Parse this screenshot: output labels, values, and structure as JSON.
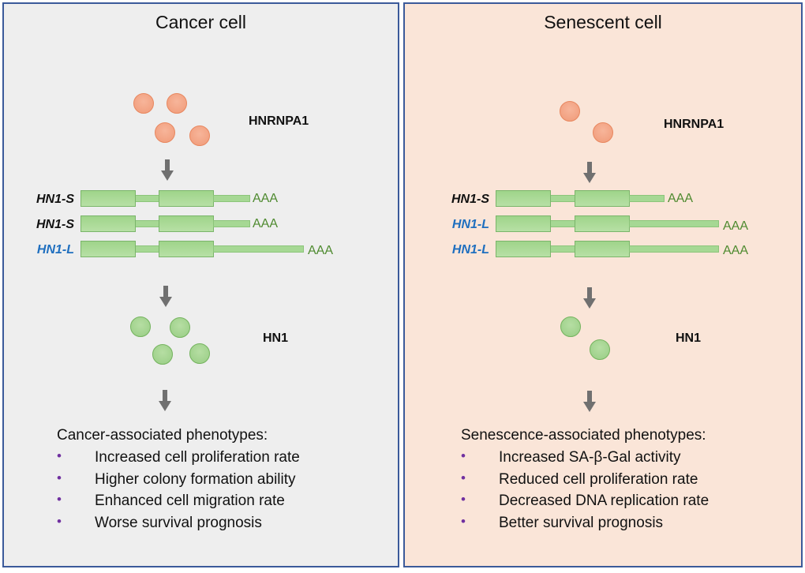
{
  "colors": {
    "panel_border": "#3b5a9a",
    "cancer_bg": "#eeeeee",
    "senescent_bg": "#fae5d8",
    "protein_hnrnpa1": "#f09a78",
    "protein_hn1": "#98cd84",
    "exon": "#a6d894",
    "isoform_long_label": "#1f6fbf",
    "aaa": "#4e8a2f",
    "bullet": "#7030a0",
    "arrow": "#707070"
  },
  "panels": [
    {
      "title": "Cancer cell",
      "upstream_protein": {
        "label": "HNRNPA1",
        "count": 4
      },
      "isoforms": [
        {
          "label": "HN1-S",
          "type": "short",
          "polyA": "AAA"
        },
        {
          "label": "HN1-S",
          "type": "short",
          "polyA": "AAA"
        },
        {
          "label": "HN1-L",
          "type": "long",
          "polyA": "AAA"
        }
      ],
      "downstream_protein": {
        "label": "HN1",
        "count": 4
      },
      "phenotypes": {
        "title": "Cancer-associated phenotypes:",
        "bullet": "•",
        "items": [
          "Increased cell proliferation rate",
          "Higher colony formation ability",
          "Enhanced cell migration rate",
          "Worse survival prognosis"
        ]
      }
    },
    {
      "title": "Senescent cell",
      "upstream_protein": {
        "label": "HNRNPA1",
        "count": 2
      },
      "isoforms": [
        {
          "label": "HN1-S",
          "type": "short",
          "polyA": "AAA"
        },
        {
          "label": "HN1-L",
          "type": "long",
          "polyA": "AAA"
        },
        {
          "label": "HN1-L",
          "type": "long",
          "polyA": "AAA"
        }
      ],
      "downstream_protein": {
        "label": "HN1",
        "count": 2
      },
      "phenotypes": {
        "title": "Senescence-associated phenotypes:",
        "bullet": "•",
        "items": [
          "Increased SA-β-Gal activity",
          "Reduced cell proliferation rate",
          "Decreased DNA replication rate",
          "Better survival prognosis"
        ]
      }
    }
  ]
}
